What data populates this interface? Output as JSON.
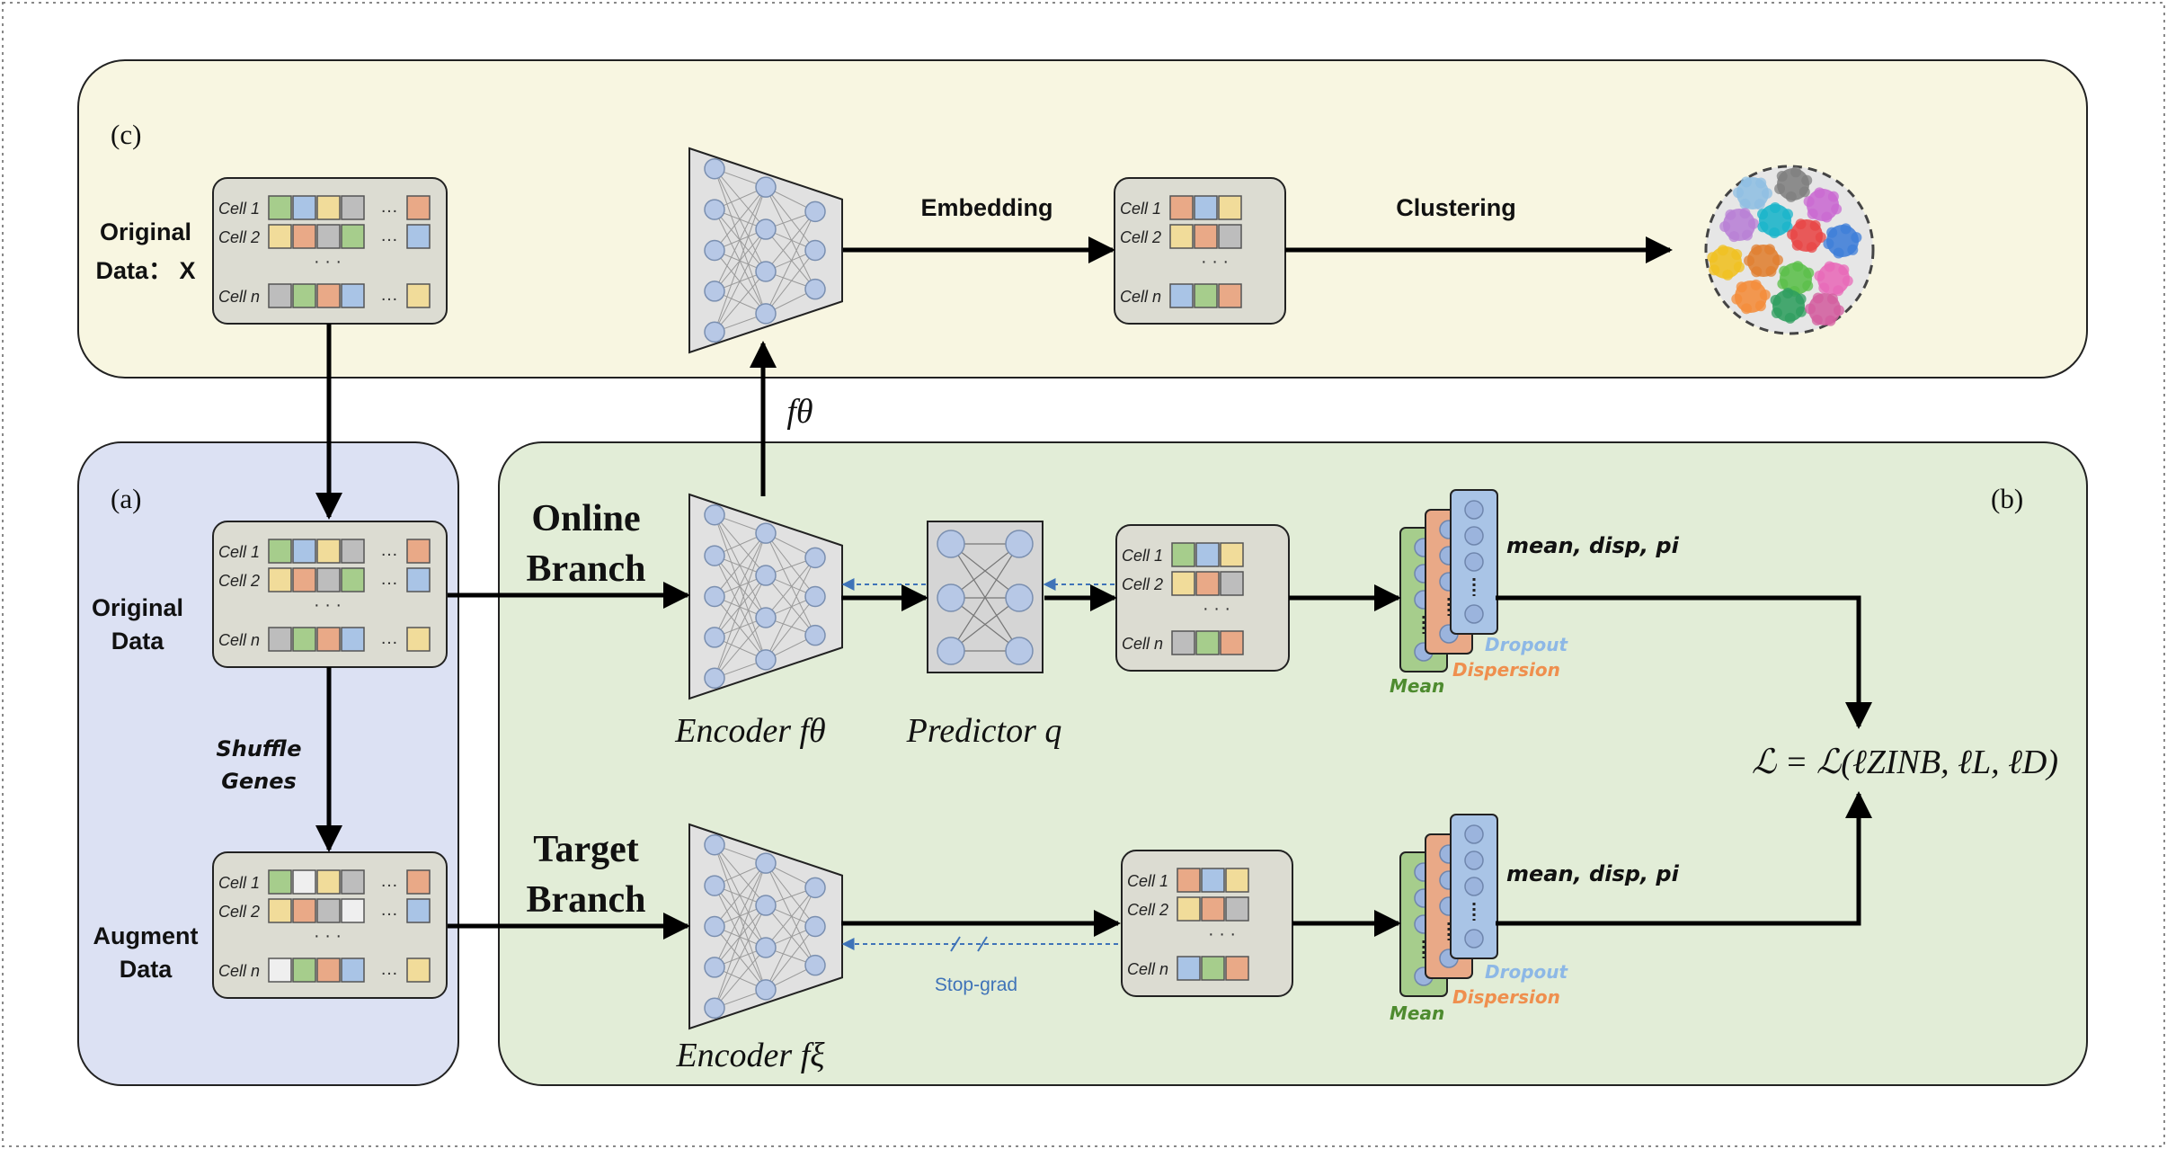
{
  "panels": {
    "c": "(c)",
    "a": "(a)",
    "b": "(b)"
  },
  "labels": {
    "original_x_line1": "Original",
    "original_x_line2": "Data： X",
    "original_data_line1": "Original",
    "original_data_line2": "Data",
    "augment_data_line1": "Augment",
    "augment_data_line2": "Data",
    "shuffle_line1": "Shuffle",
    "shuffle_line2": "Genes",
    "embedding": "Embedding",
    "clustering": "Clustering",
    "f_theta": "fθ",
    "online_line1": "Online",
    "online_line2": "Branch",
    "target_line1": "Target",
    "target_line2": "Branch",
    "encoder_theta": "Encoder fθ",
    "encoder_xi": "Encoder fξ",
    "predictor": "Predictor q",
    "stop_grad": "Stop-grad",
    "loss": "ℒ = ℒ(ℓZINB, ℓL, ℓD)"
  },
  "cells": {
    "cell1": "Cell 1",
    "cell2": "Cell 2",
    "celln": "Cell n",
    "ellipsis": "· · ·",
    "row_ellipsis": "…"
  },
  "decoder": {
    "outputs": "mean, disp, pi",
    "mean": "Mean",
    "dispersion": "Dispersion",
    "dropout": "Dropout"
  },
  "colors": {
    "panel_c_bg": "#f8f6e1",
    "panel_a_bg": "#dce1f3",
    "panel_b_bg": "#e2edd7",
    "node": "#b7c8e6",
    "green": "#a6cd8c",
    "blue": "#a9c4e6",
    "orange": "#e9a987",
    "yellow": "#f1dc9a",
    "gray": "#bdbdbd",
    "white": "#efefef",
    "mean_color": "#4e8b2f",
    "dispersion_color": "#ef8f4e",
    "dropout_color": "#8db8e6",
    "stopgrad_color": "#3f73b8"
  }
}
